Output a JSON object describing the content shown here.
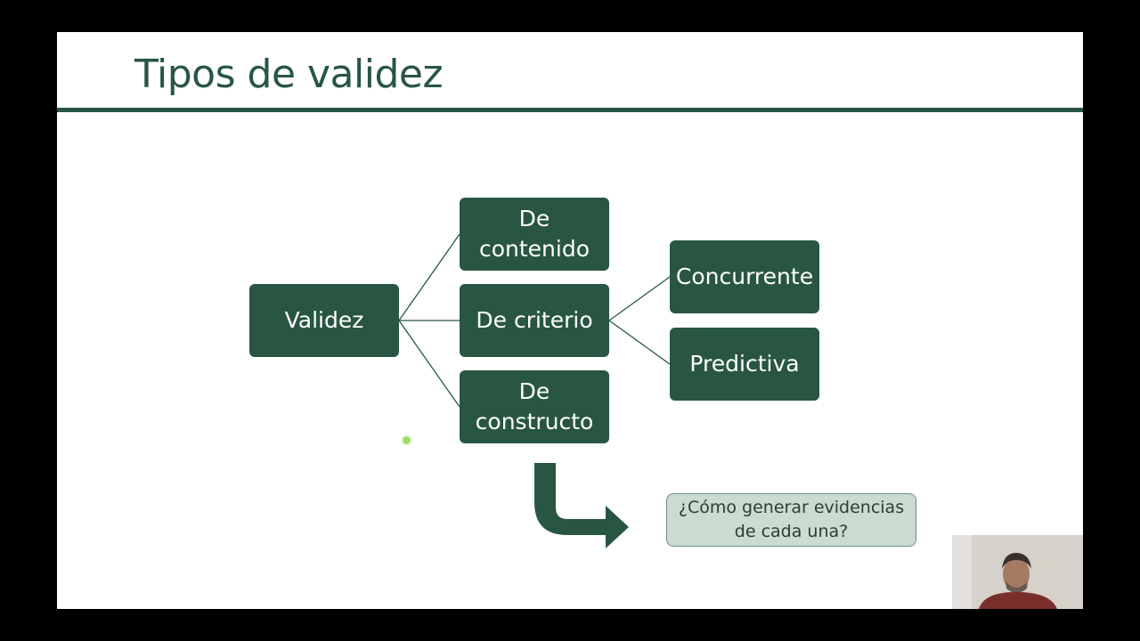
{
  "slide": {
    "title": "Tipos de validez",
    "theme_color": "#285642"
  },
  "diagram": {
    "root": "Validez",
    "level1": [
      "De contenido",
      "De criterio",
      "De constructo"
    ],
    "criterio_children": [
      "Concurrente",
      "Predictiva"
    ],
    "question": "¿Cómo generar evidencias de cada una?"
  },
  "icons": {
    "arrow": "bent-down-right-arrow-icon",
    "pointer": "laser-pointer-dot",
    "webcam": "presenter-webcam-thumbnail"
  }
}
